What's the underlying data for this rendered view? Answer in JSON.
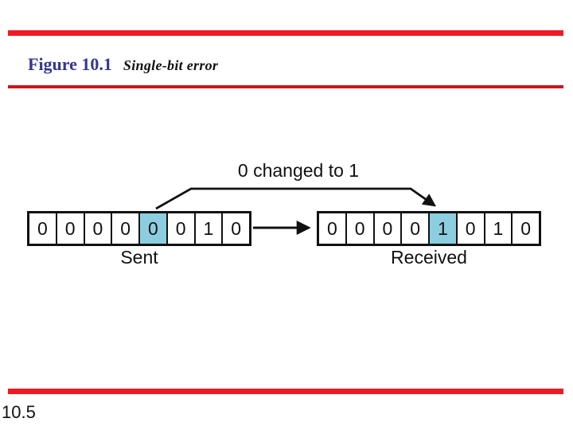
{
  "slide": {
    "figure_label": "Figure 10.1",
    "figure_caption": "Single-bit error",
    "page_number": "10.5"
  },
  "colors": {
    "accent_red": "#ED1C24",
    "rule_red": "#C9161D",
    "title_blue": "#32388E",
    "highlight_blue": "#8CCEE0"
  },
  "diagram": {
    "annotation": "0 changed to 1",
    "sent": {
      "label": "Sent",
      "bits": [
        "0",
        "0",
        "0",
        "0",
        "0",
        "0",
        "1",
        "0"
      ],
      "highlight_index": 4
    },
    "received": {
      "label": "Received",
      "bits": [
        "0",
        "0",
        "0",
        "0",
        "1",
        "0",
        "1",
        "0"
      ],
      "highlight_index": 4
    },
    "icons": [
      "bit-change-arrow",
      "transmission-arrow"
    ]
  }
}
